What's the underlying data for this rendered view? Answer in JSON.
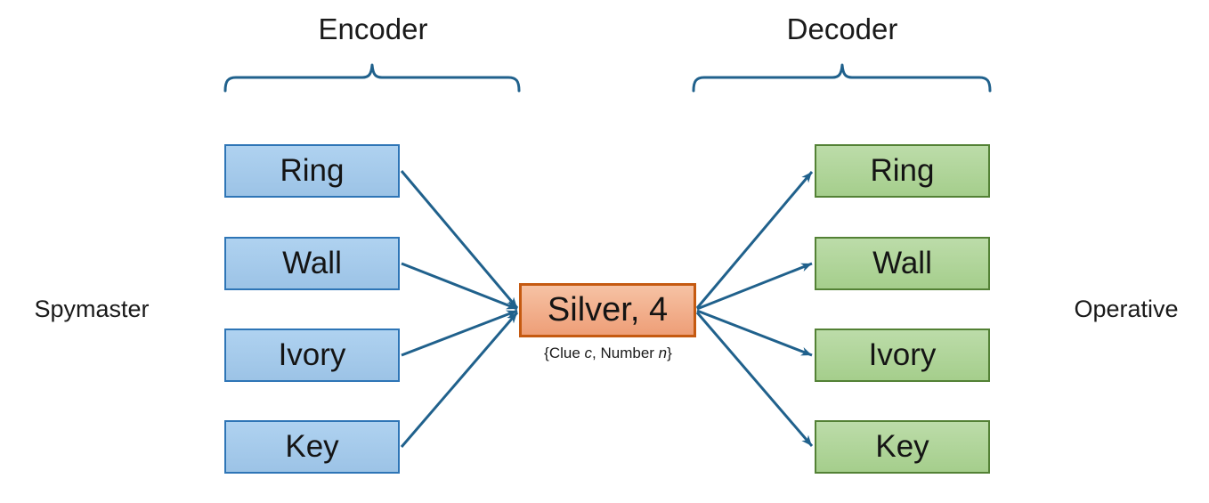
{
  "diagram": {
    "encoder": {
      "title": "Encoder",
      "role": "Spymaster",
      "words": [
        "Ring",
        "Wall",
        "Ivory",
        "Key"
      ]
    },
    "decoder": {
      "title": "Decoder",
      "role": "Operative",
      "words": [
        "Ring",
        "Wall",
        "Ivory",
        "Key"
      ]
    },
    "clue": {
      "text": "Silver, 4",
      "caption": {
        "prefix": "{Clue ",
        "c": "c",
        "mid": ", Number ",
        "n": "n",
        "suffix": "}"
      }
    },
    "colors": {
      "arrow": "#20618C",
      "blue_fill_top": "#AFD2F0",
      "blue_fill_bottom": "#9CC3E6",
      "blue_border": "#2E75B6",
      "green_fill_top": "#BCDCA9",
      "green_fill_bottom": "#A5CE8C",
      "green_border": "#538135",
      "orange_fill_top": "#F6C2A4",
      "orange_fill_bottom": "#EE9E77",
      "orange_border": "#C55A11"
    }
  }
}
